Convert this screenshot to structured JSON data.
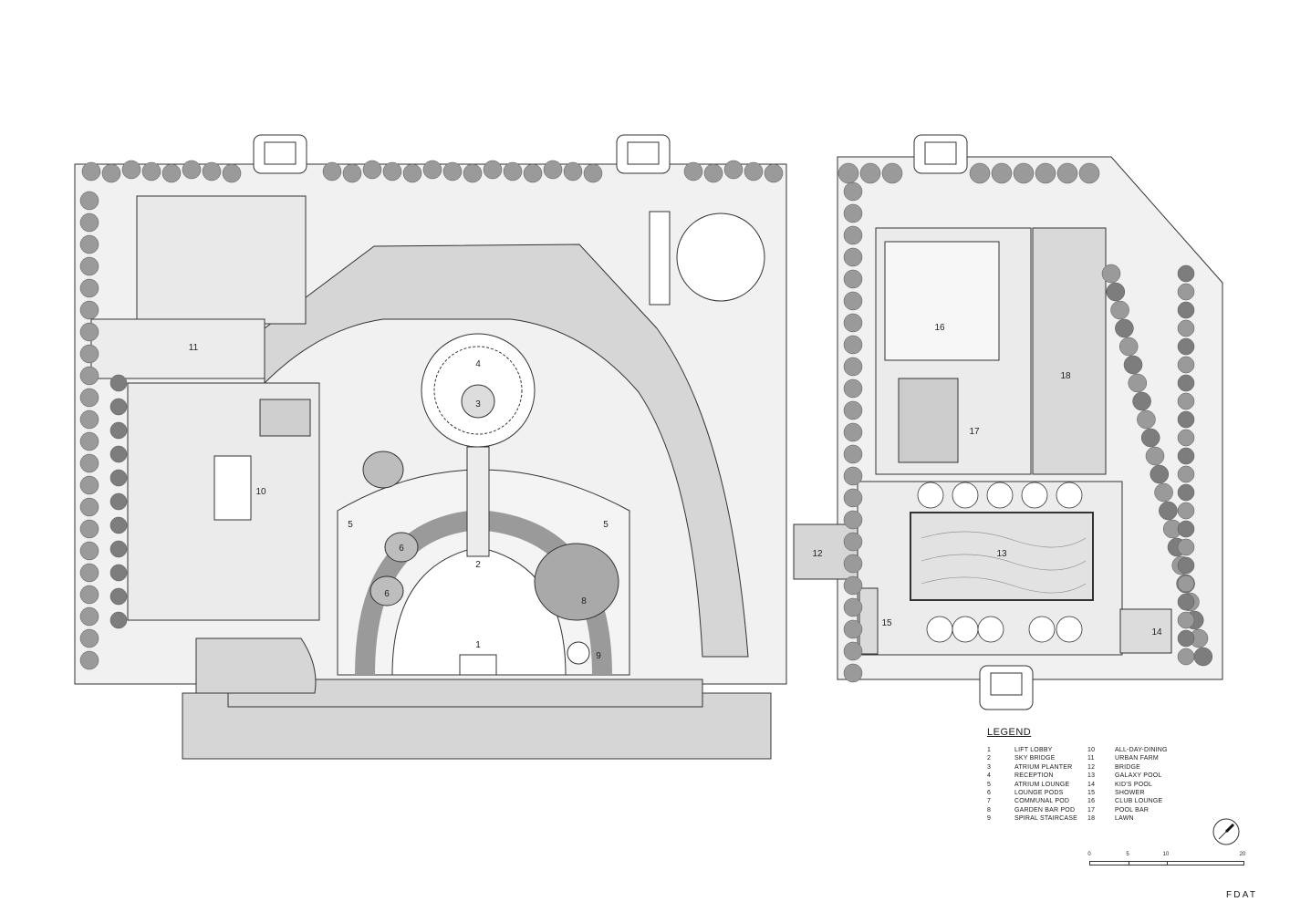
{
  "legend": {
    "title": "LEGEND",
    "items": [
      {
        "num": "1",
        "name": "LIFT LOBBY"
      },
      {
        "num": "2",
        "name": "SKY BRIDGE"
      },
      {
        "num": "3",
        "name": "ATRIUM PLANTER"
      },
      {
        "num": "4",
        "name": "RECEPTION"
      },
      {
        "num": "5",
        "name": "ATRIUM LOUNGE"
      },
      {
        "num": "6",
        "name": "LOUNGE PODS"
      },
      {
        "num": "7",
        "name": "COMMUNAL POD"
      },
      {
        "num": "8",
        "name": "GARDEN BAR POD"
      },
      {
        "num": "9",
        "name": "SPIRAL STAIRCASE"
      },
      {
        "num": "10",
        "name": "ALL-DAY-DINING"
      },
      {
        "num": "11",
        "name": "URBAN FARM"
      },
      {
        "num": "12",
        "name": "BRIDGE"
      },
      {
        "num": "13",
        "name": "GALAXY POOL"
      },
      {
        "num": "14",
        "name": "KID'S POOL"
      },
      {
        "num": "15",
        "name": "SHOWER"
      },
      {
        "num": "16",
        "name": "CLUB LOUNGE"
      },
      {
        "num": "17",
        "name": "POOL BAR"
      },
      {
        "num": "18",
        "name": "LAWN"
      }
    ]
  },
  "plan_labels": {
    "l1": "1",
    "l2": "2",
    "l3": "3",
    "l4": "4",
    "l5a": "5",
    "l5b": "5",
    "l6a": "6",
    "l6b": "6",
    "l8": "8",
    "l9": "9",
    "l10": "10",
    "l11": "11",
    "l12": "12",
    "l13": "13",
    "l14": "14",
    "l15": "15",
    "l16": "16",
    "l17": "17",
    "l18": "18"
  },
  "scale": {
    "ticks": [
      "0",
      "5",
      "10",
      "20"
    ]
  },
  "firm": "FDAT",
  "colors": {
    "line": "#333333",
    "fill_light": "#e6e6e6",
    "fill_mid": "#cfcfcf",
    "tree": "#9a9a9a",
    "tree_dark": "#7d7d7d"
  },
  "icons": {
    "north": "north-arrow-icon"
  }
}
